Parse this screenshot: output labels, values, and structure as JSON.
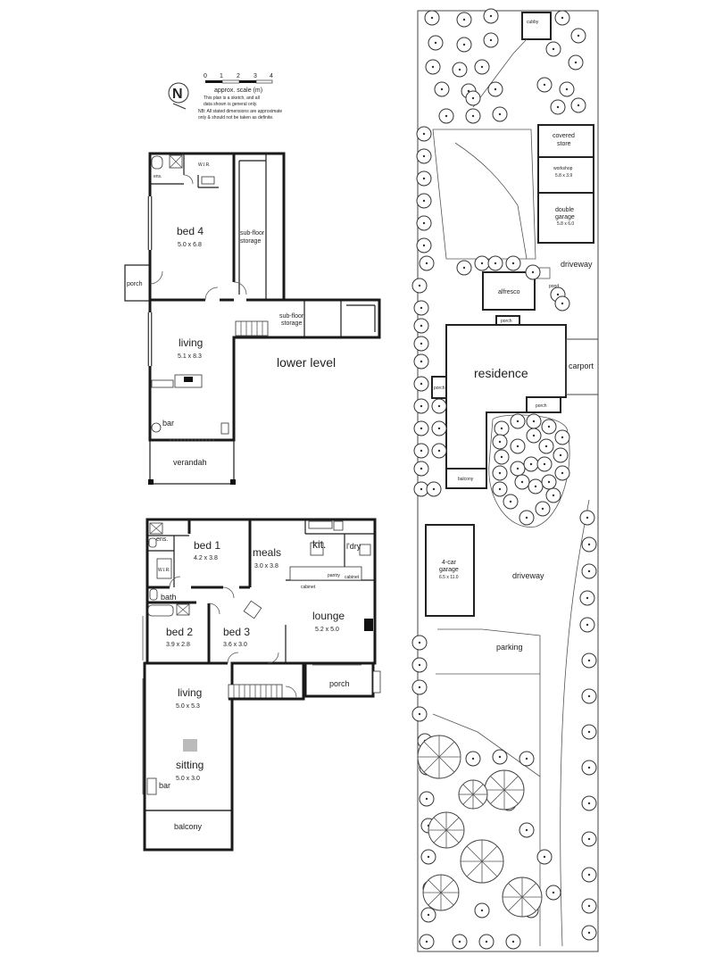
{
  "scale": {
    "ticks": [
      "0",
      "1",
      "2",
      "3",
      "4"
    ],
    "label": "approx. scale (m)",
    "note1": "This plan is a sketch, and all",
    "note2": "data shown is general only.",
    "note3": "NB: All stated dimensions are approximate",
    "note4": "only & should not be taken as definite."
  },
  "compass": {
    "letter": "N"
  },
  "lower_level": {
    "title": "lower level",
    "bed4": {
      "name": "bed 4",
      "dims": "5.0 x 6.8"
    },
    "living": {
      "name": "living",
      "dims": "5.1 x 8.3"
    },
    "ens": "ens.",
    "wir": "W.I.R.",
    "porch": "porch",
    "subfloor1": "sub-floor",
    "subfloor1b": "storage",
    "subfloor2": "sub-floor",
    "subfloor2b": "storage",
    "bar": "bar",
    "verandah": "verandah"
  },
  "upper_level": {
    "ens": "ens.",
    "bed1": {
      "name": "bed 1",
      "dims": "4.2 x 3.8"
    },
    "meals": {
      "name": "meals",
      "dims": "3.0 x 3.8"
    },
    "kit": "kit.",
    "ldry": "l'dry",
    "wir": "W.I.R.",
    "bath": "bath",
    "bed2": {
      "name": "bed 2",
      "dims": "3.9 x 2.8"
    },
    "bed3": {
      "name": "bed 3",
      "dims": "3.6 x 3.0"
    },
    "lounge": {
      "name": "lounge",
      "dims": "5.2 x 5.0"
    },
    "porch": "porch",
    "living": {
      "name": "living",
      "dims": "5.0 x 5.3"
    },
    "sitting": {
      "name": "sitting",
      "dims": "5.0 x 3.0"
    },
    "bar": "bar",
    "balcony": "balcony",
    "cabinet1": "cabinet",
    "cabinet2": "cabinet",
    "pantry": "pantry"
  },
  "site": {
    "cubby": "cubby",
    "covered_store1": "covered",
    "covered_store2": "store",
    "workshop": {
      "name": "workshop",
      "dims": "5.8 x 3.9"
    },
    "double_garage1": "double",
    "double_garage2": "garage",
    "double_garage_dims": "5.8 x 6.0",
    "driveway_top": "driveway",
    "alfresco": "alfresco",
    "pond": "pond",
    "porch_top": "porch",
    "residence": "residence",
    "carport": "carport",
    "porch_left": "porch",
    "porch_right": "porch",
    "balcony": "balcony",
    "garage4_1": "4-car",
    "garage4_2": "garage",
    "garage4_dims": "6.5 x 11.0",
    "driveway_mid": "driveway",
    "parking": "parking"
  }
}
